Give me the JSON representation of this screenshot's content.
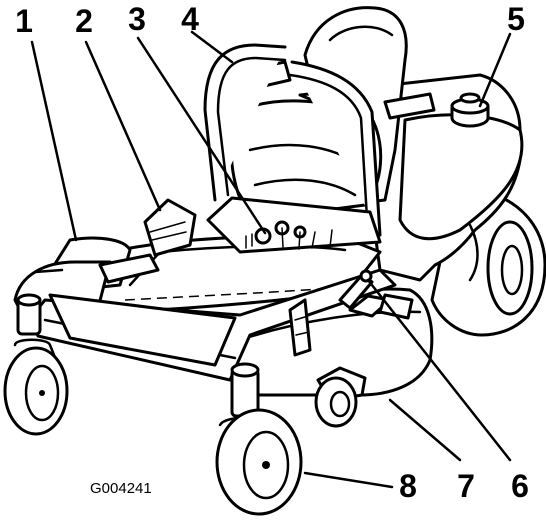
{
  "figure_code": "G004241",
  "callouts": [
    {
      "label": "1"
    },
    {
      "label": "2"
    },
    {
      "label": "3"
    },
    {
      "label": "4"
    },
    {
      "label": "5"
    },
    {
      "label": "6"
    },
    {
      "label": "7"
    },
    {
      "label": "8"
    }
  ],
  "colors": {
    "ink": "#000000",
    "paper": "#ffffff"
  }
}
